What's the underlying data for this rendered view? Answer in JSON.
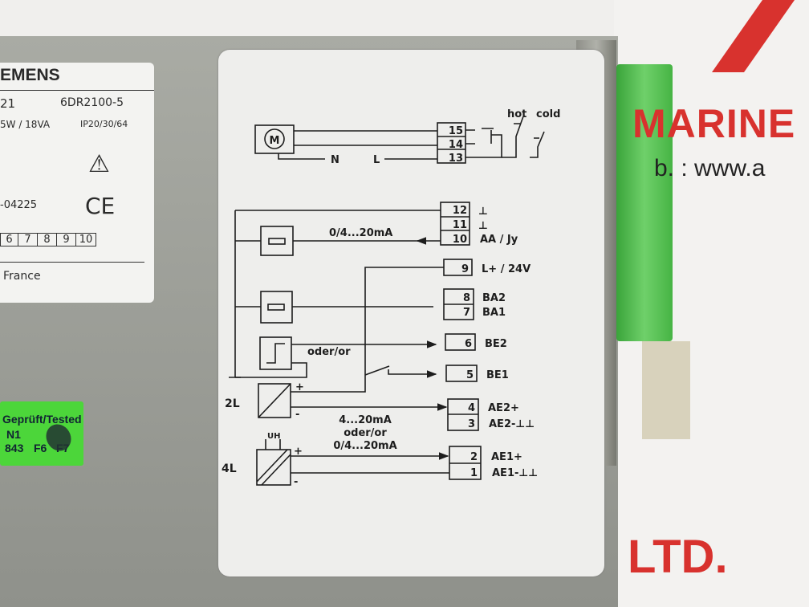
{
  "label_left": {
    "brand": "EMENS",
    "model_suffix": "21",
    "order_no": "6DR2100-5",
    "power": "5W / 18VA",
    "protection": "IP20/30/64",
    "serial": "-04225",
    "ce_mark": "CE",
    "warning_icon": "warning-triangle-icon",
    "number_boxes": [
      "6",
      "7",
      "8",
      "9",
      "10"
    ],
    "origin": "France"
  },
  "sticker": {
    "title": "Geprüft/Tested",
    "line1": "N1",
    "line2": [
      "843",
      "F6",
      "F7"
    ]
  },
  "diagram": {
    "motor": "M",
    "hot": "hot",
    "cold": "cold",
    "n": "N",
    "l": "L",
    "terminals_top": [
      "15",
      "14",
      "13"
    ],
    "terminals_mid": [
      "12",
      "11",
      "10"
    ],
    "ground_sym": "⊥",
    "aa_label": "AA / Jy",
    "out_current": "0/4...20mA",
    "t9": "9",
    "t9_label": "L+ / 24V",
    "t8": "8",
    "t8_label": "BA2",
    "t7": "7",
    "t7_label": "BA1",
    "t6": "6",
    "t6_label": "BE2",
    "oder_or": "oder/or",
    "t5": "5",
    "t5_label": "BE1",
    "t4": "4",
    "t4_label": "AE2+",
    "t3": "3",
    "t3_label": "AE2-⊥⊥",
    "t2": "2",
    "t2_label": "AE1+",
    "t1": "1",
    "t1_label": "AE1-⊥⊥",
    "two_l": "2L",
    "four_l": "4L",
    "uh": "UH",
    "in_current_1": "4...20mA",
    "in_current_2": "oder/or",
    "in_current_3": "0/4...20mA",
    "plus": "+",
    "minus": "-"
  },
  "watermark": {
    "line1": "MARINE",
    "line2": "b. : www.a",
    "line3": "LTD."
  },
  "colors": {
    "watermark": "#d8322e",
    "terminal_green": "#4cbc44",
    "sticker_green": "#4cd63a"
  }
}
